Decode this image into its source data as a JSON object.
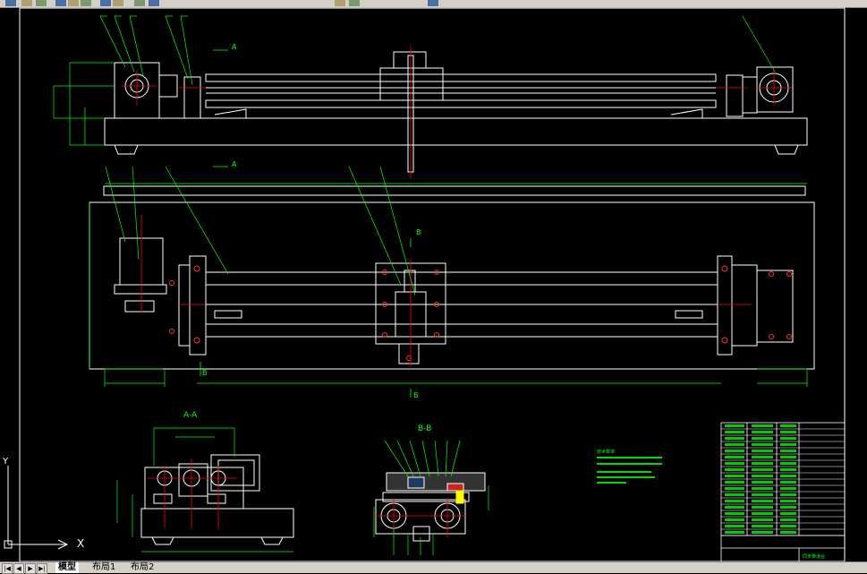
{
  "colors": {
    "background": "#000000",
    "outline": "#ffffff",
    "dimension": "#00ff00",
    "centerline": "#ff0000",
    "leader": "#00ff00",
    "toolbar": "#d4d0c8"
  },
  "toolbar": {
    "icons": [
      "open-icon",
      "save-icon",
      "print-icon",
      "cut-icon",
      "copy-icon",
      "paste-icon",
      "undo-icon",
      "redo-icon",
      "pan-icon",
      "zoom-icon",
      "properties-icon",
      "layers-icon",
      "help-icon"
    ]
  },
  "drawing": {
    "top_view_labels": {
      "a_top": "A",
      "a_bottom": "A"
    },
    "plan_view_labels": {
      "b_top": "B",
      "b_left": "B",
      "b_bottom": "B"
    },
    "section_a_title": "A-A",
    "section_b_title": "B-B",
    "notes_title": "技术要求",
    "title_block_name": "同步带滑台"
  },
  "ucs": {
    "y_label": "Y",
    "x_label": "X"
  },
  "layout_tabs": {
    "items": [
      {
        "label": "模型",
        "active": true
      },
      {
        "label": "布局1",
        "active": false
      },
      {
        "label": "布局2",
        "active": false
      }
    ],
    "nav_buttons": [
      "first-icon",
      "prev-icon",
      "next-icon",
      "last-icon"
    ]
  }
}
